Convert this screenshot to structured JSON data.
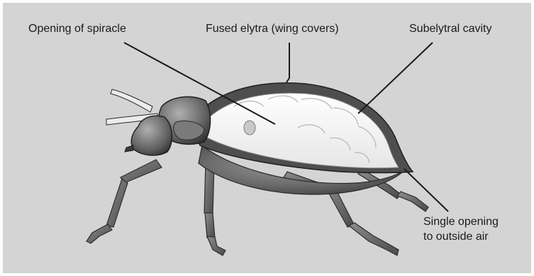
{
  "labels": {
    "spiracle": "Opening of spiracle",
    "elytra": "Fused elytra (wing covers)",
    "cavity": "Subelytral cavity",
    "opening_line1": "Single opening",
    "opening_line2": "to outside air"
  },
  "colors": {
    "background": "#d4d4d4",
    "ink": "#1a1a1a",
    "body_dark": "#5a5a5a",
    "body_mid": "#8a8a8a",
    "cavity_fill": "#f2f2f2"
  }
}
